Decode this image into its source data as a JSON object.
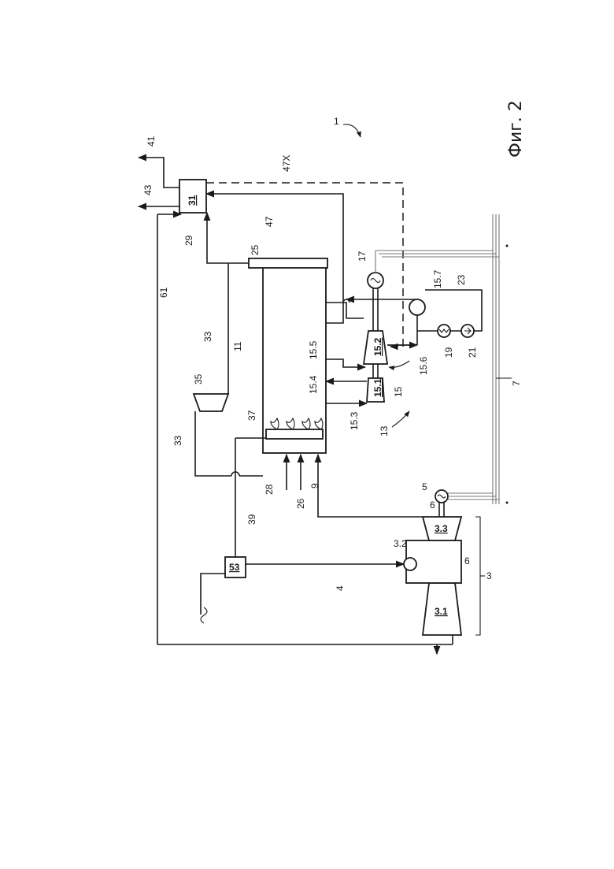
{
  "figure": {
    "caption": "Фиг. 2",
    "system_ref": "1"
  },
  "components": {
    "c3_1": "3.1",
    "c3_2": "3.2",
    "c3_3": "3.3",
    "c5": "5",
    "c6a": "6",
    "c6b": "6",
    "c3": "3",
    "c4": "4",
    "c7": "7",
    "c9": "9",
    "c11": "11",
    "c13": "13",
    "c15": "15",
    "c15_1": "15.1",
    "c15_2": "15.2",
    "c15_3": "15.3",
    "c15_4": "15.4",
    "c15_5": "15.5",
    "c15_6": "15.6",
    "c15_7": "15.7",
    "c17": "17",
    "c19": "19",
    "c21": "21",
    "c23": "23",
    "c25": "25",
    "c26": "26",
    "c28": "28",
    "c29": "29",
    "c31": "31",
    "c33a": "33",
    "c33b": "33",
    "c35": "35",
    "c37": "37",
    "c39": "39",
    "c41": "41",
    "c43": "43",
    "c47": "47",
    "c47x": "47X",
    "c53": "53",
    "c61": "61"
  }
}
